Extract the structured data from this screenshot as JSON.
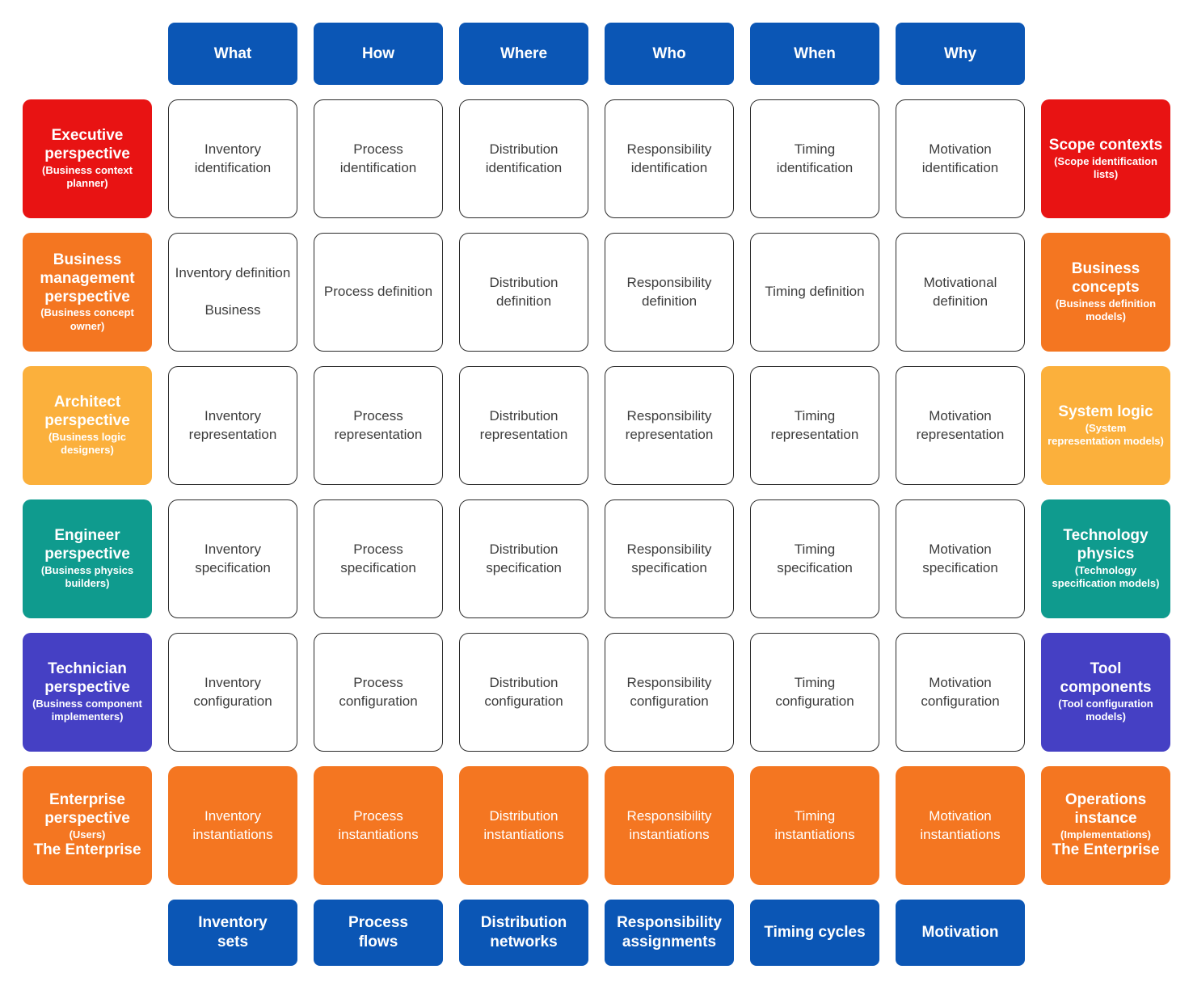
{
  "colors": {
    "header_blue": "#0b56b5",
    "red": "#e81313",
    "orange": "#f47621",
    "amber": "#fbb03c",
    "teal": "#0f9b8e",
    "indigo": "#4540c4",
    "cell_border": "#2b2b2b",
    "cell_text": "#3d3d3d",
    "white": "#ffffff"
  },
  "column_headers": [
    "What",
    "How",
    "Where",
    "Who",
    "When",
    "Why"
  ],
  "column_footers": [
    "Inventory\nsets",
    "Process\nflows",
    "Distribution\nnetworks",
    "Responsibility\nassignments",
    "Timing cycles",
    "Motivation"
  ],
  "perspectives": [
    {
      "title": "Executive perspective",
      "subtitle": "(Business context planner)",
      "suffix": ""
    },
    {
      "title": "Business management perspective",
      "subtitle": "(Business concept owner)",
      "suffix": ""
    },
    {
      "title": "Architect perspective",
      "subtitle": "(Business logic designers)",
      "suffix": ""
    },
    {
      "title": "Engineer perspective",
      "subtitle": "(Business physics builders)",
      "suffix": ""
    },
    {
      "title": "Technician perspective",
      "subtitle": "(Business component implementers)",
      "suffix": ""
    },
    {
      "title": "Enterprise perspective",
      "subtitle": "(Users)",
      "suffix": "The Enterprise"
    }
  ],
  "artifacts": [
    {
      "title": "Scope contexts",
      "subtitle": "(Scope identification lists)",
      "suffix": ""
    },
    {
      "title": "Business concepts",
      "subtitle": "(Business definition models)",
      "suffix": ""
    },
    {
      "title": "System logic",
      "subtitle": "(System representation models)",
      "suffix": ""
    },
    {
      "title": "Technology physics",
      "subtitle": "(Technology specification models)",
      "suffix": ""
    },
    {
      "title": "Tool components",
      "subtitle": "(Tool configuration models)",
      "suffix": ""
    },
    {
      "title": "Operations instance",
      "subtitle": "(Implementations)",
      "suffix": "The Enterprise"
    }
  ],
  "grid": [
    [
      "Inventory identification",
      "Process identification",
      "Distribution identification",
      "Responsibility identification",
      "Timing identification",
      "Motivation identification"
    ],
    [
      "Inventory definition\n\nBusiness",
      "Process definition",
      "Distribution definition",
      "Responsibility definition",
      "Timing definition",
      "Motivational definition"
    ],
    [
      "Inventory representation",
      "Process representation",
      "Distribution representation",
      "Responsibility representation",
      "Timing representation",
      "Motivation representation"
    ],
    [
      "Inventory specification",
      "Process specification",
      "Distribution specification",
      "Responsibility specification",
      "Timing specification",
      "Motivation specification"
    ],
    [
      "Inventory configuration",
      "Process configuration",
      "Distribution configuration",
      "Responsibility configuration",
      "Timing configuration",
      "Motivation configuration"
    ],
    [
      "Inventory instantiations",
      "Process instantiations",
      "Distribution instantiations",
      "Responsibility instantiations",
      "Timing instantiations",
      "Motivation instantiations"
    ]
  ]
}
